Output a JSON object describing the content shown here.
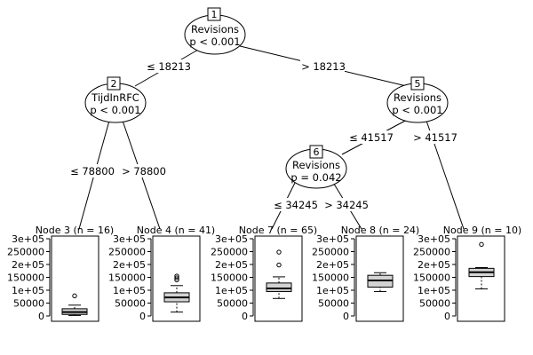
{
  "inner_nodes": [
    {
      "id": "1",
      "variable": "Revisions",
      "pvalue": "p < 0.001"
    },
    {
      "id": "2",
      "variable": "TijdInRFC",
      "pvalue": "p < 0.001"
    },
    {
      "id": "5",
      "variable": "Revisions",
      "pvalue": "p < 0.001"
    },
    {
      "id": "6",
      "variable": "Revisions",
      "pvalue": "p = 0.042"
    }
  ],
  "edges": [
    {
      "from": "1",
      "to": "2",
      "label": "≤ 18213"
    },
    {
      "from": "1",
      "to": "5",
      "label": "> 18213"
    },
    {
      "from": "2",
      "to": "3",
      "label": "≤ 78800"
    },
    {
      "from": "2",
      "to": "4",
      "label": "> 78800"
    },
    {
      "from": "5",
      "to": "6",
      "label": "≤ 41517"
    },
    {
      "from": "5",
      "to": "9",
      "label": "> 41517"
    },
    {
      "from": "6",
      "to": "7",
      "label": "≤ 34245"
    },
    {
      "from": "6",
      "to": "8",
      "label": "> 34245"
    }
  ],
  "axis_ticks": [
    "0",
    "50000",
    "1e+05",
    "150000",
    "2e+05",
    "250000",
    "3e+05"
  ],
  "terminal_nodes": [
    {
      "title": "Node 3 (n = 16)",
      "box": {
        "whisker_low": 2000,
        "q1": 6000,
        "median": 15000,
        "q3": 28000,
        "whisker_high": 42000,
        "outliers": [
          78000
        ]
      }
    },
    {
      "title": "Node 4 (n = 41)",
      "box": {
        "whisker_low": 15000,
        "q1": 55000,
        "median": 72000,
        "q3": 90000,
        "whisker_high": 118000,
        "outliers": [
          140000,
          148000,
          155000
        ]
      }
    },
    {
      "title": "Node 7 (n = 65)",
      "box": {
        "whisker_low": 68000,
        "q1": 95000,
        "median": 107000,
        "q3": 128000,
        "whisker_high": 152000,
        "outliers": [
          198000,
          248000
        ]
      }
    },
    {
      "title": "Node 8 (n = 24)",
      "box": {
        "whisker_low": 95000,
        "q1": 112000,
        "median": 138000,
        "q3": 158000,
        "whisker_high": 168000,
        "outliers": []
      }
    },
    {
      "title": "Node 9 (n = 10)",
      "box": {
        "whisker_low": 105000,
        "q1": 153000,
        "median": 170000,
        "q3": 185000,
        "whisker_high": 188000,
        "outliers": [
          278000
        ]
      }
    }
  ],
  "chart_data": {
    "type": "boxplot",
    "ylim": [
      0,
      300000
    ],
    "categories": [
      "Node 3",
      "Node 4",
      "Node 7",
      "Node 8",
      "Node 9"
    ]
  }
}
